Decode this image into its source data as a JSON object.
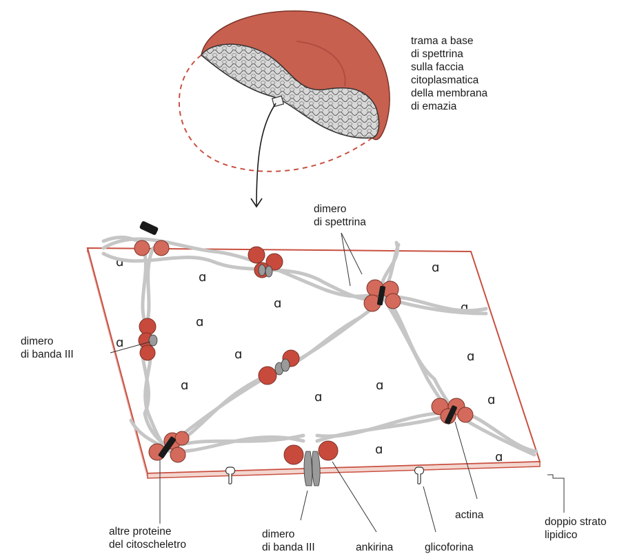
{
  "labels": {
    "inset": {
      "lines": [
        "trama a base",
        "di spettrina",
        "sulla faccia",
        "citoplasmatica",
        "della membrana",
        "di emazia"
      ]
    },
    "spectrin": {
      "lines": [
        "dimero",
        "di spettrina"
      ]
    },
    "band3_left": {
      "lines": [
        "dimero",
        "di banda III"
      ]
    },
    "other": {
      "lines": [
        "altre proteine",
        "del citoscheletro"
      ]
    },
    "band3_bottom": {
      "lines": [
        "dimero",
        "di banda III"
      ]
    },
    "ankyrin": {
      "lines": [
        "ankirina"
      ]
    },
    "glycophorin": {
      "lines": [
        "glicoforina"
      ]
    },
    "actin": {
      "lines": [
        "actina"
      ]
    },
    "bilayer": {
      "lines": [
        "doppio strato",
        "lipidico"
      ]
    }
  },
  "colors": {
    "cell": "#c8604f",
    "cell_dark": "#a94a3c",
    "membrane_edge": "#c85040",
    "spectrin": "#c9c9c9",
    "protein": "#c84a3c",
    "actin": "#1a1a1a",
    "band3": "#9a9a9a",
    "text": "#1a1a1a"
  }
}
